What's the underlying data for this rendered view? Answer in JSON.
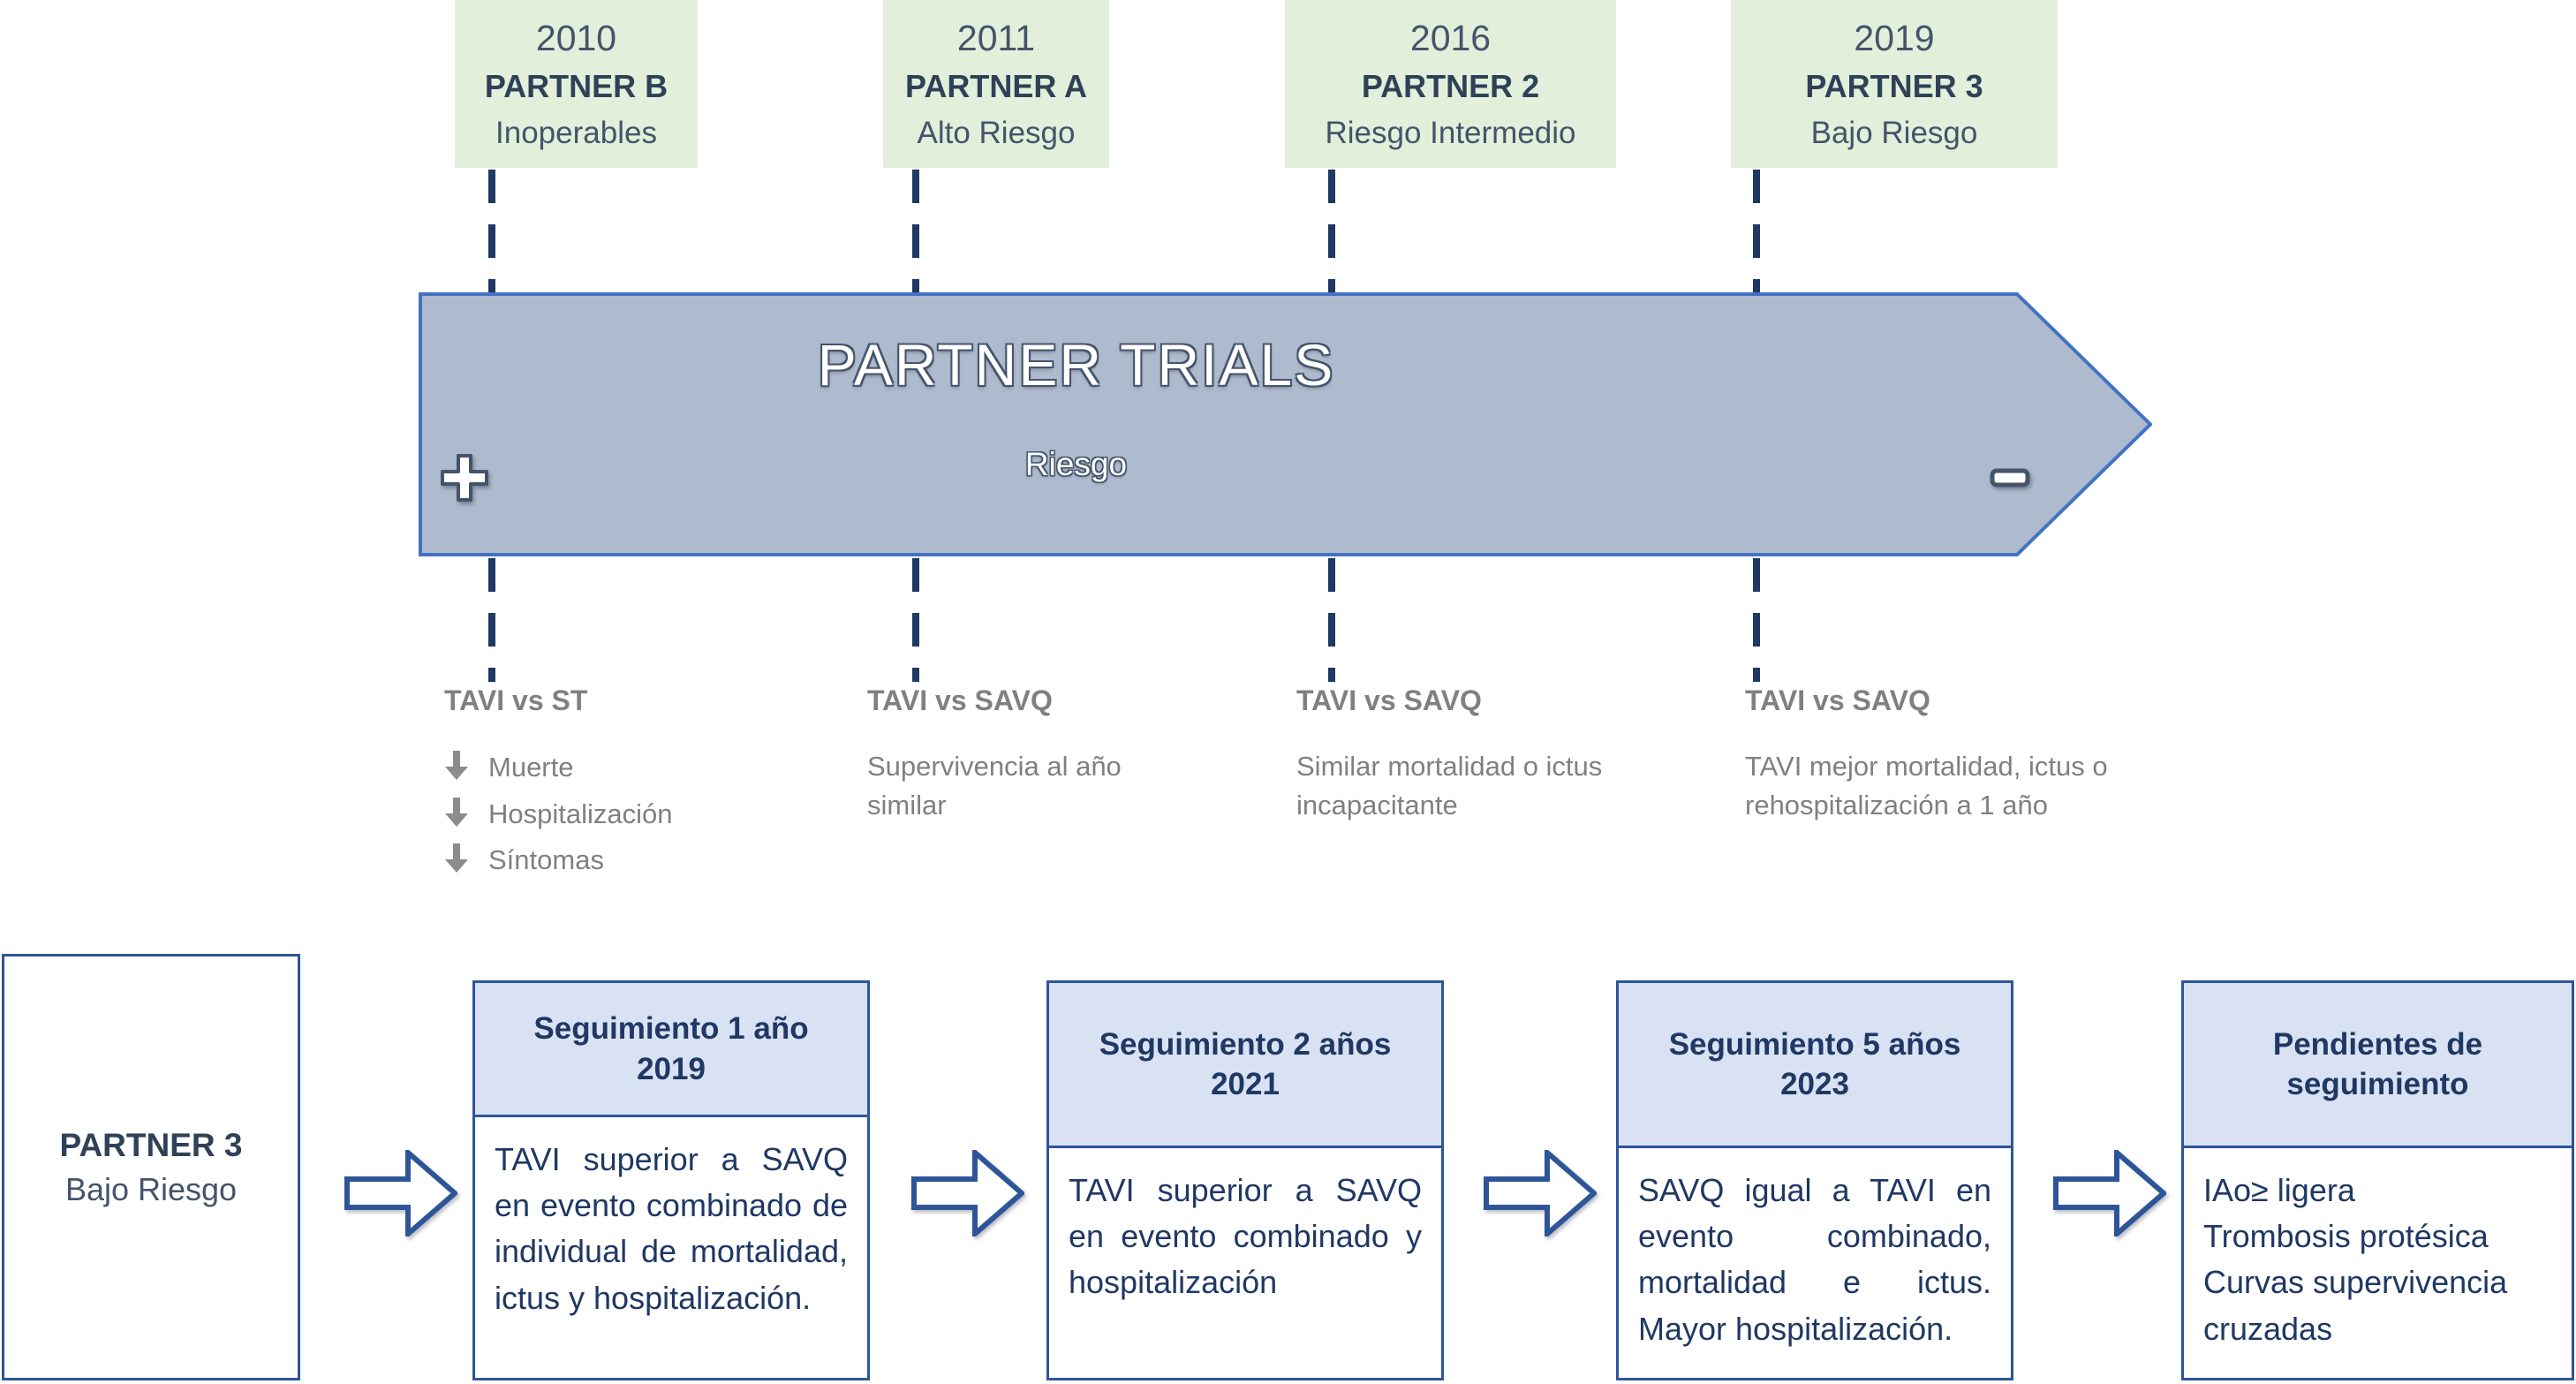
{
  "timeline": {
    "cards": [
      {
        "year": "2010",
        "trial": "PARTNER B",
        "risk": "Inoperables"
      },
      {
        "year": "2011",
        "trial": "PARTNER A",
        "risk": "Alto Riesgo"
      },
      {
        "year": "2016",
        "trial": "PARTNER 2",
        "risk": "Riesgo Intermedio"
      },
      {
        "year": "2019",
        "trial": "PARTNER 3",
        "risk": "Bajo Riesgo"
      }
    ]
  },
  "banner": {
    "title": "PARTNER TRIALS",
    "subtitle": "Riesgo",
    "left_sign": "plus-sign",
    "right_sign": "minus-sign",
    "fill_color": "#AEBACD",
    "border_color": "#4472C4"
  },
  "results": [
    {
      "comparison": "TAVI vs ST",
      "bullets": [
        "Muerte",
        "Hospitalización",
        "Síntomas"
      ],
      "text": ""
    },
    {
      "comparison": "TAVI vs SAVQ",
      "bullets": [],
      "text": "Supervivencia al año similar"
    },
    {
      "comparison": "TAVI vs SAVQ",
      "bullets": [],
      "text": "Similar mortalidad o ictus incapacitante"
    },
    {
      "comparison": "TAVI  vs SAVQ",
      "bullets": [],
      "text": "TAVI mejor mortalidad, ictus o rehospitalización a 1 año"
    }
  ],
  "flow": {
    "start": {
      "title": "PARTNER 3",
      "subtitle": "Bajo Riesgo"
    },
    "steps": [
      {
        "head": "Seguimiento 1 año\n2019",
        "head_line1": "Seguimiento 1 año",
        "head_line2": "2019",
        "body": "TAVI superior a SAVQ en evento combinado de individual de mortalidad, ictus y hospitalización."
      },
      {
        "head_line1": "Seguimiento 2 años",
        "head_line2": "2021",
        "body": "TAVI superior a SAVQ en evento combinado y hospitalización"
      },
      {
        "head_line1": "Seguimiento 5 años",
        "head_line2": "2023",
        "body": "SAVQ igual a TAVI en evento combinado, mortalidad e ictus. Mayor hospitalización."
      },
      {
        "head_line1": "Pendientes de",
        "head_line2": "seguimiento",
        "body": "IAo≥ ligera\nTrombosis protésica\nCurvas supervivencia cruzadas"
      }
    ],
    "arrow_icon": "right-arrow-icon"
  },
  "colors": {
    "green_card": "#E2EFDA",
    "navy": "#1F3864",
    "box_border": "#2E5598",
    "box_head": "#D9E2F3",
    "gray_text": "#808080"
  }
}
